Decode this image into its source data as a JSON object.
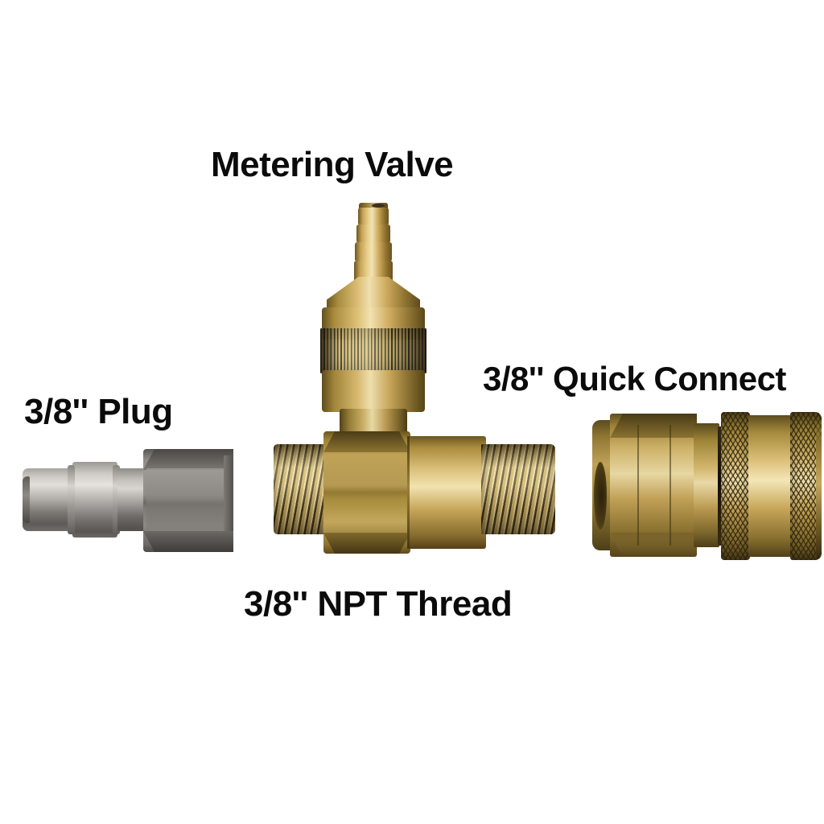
{
  "image": {
    "kind": "product-diagram",
    "background_color": "#ffffff",
    "subject": "pressure washer brass chemical injector fitting kit"
  },
  "labels": {
    "metering_valve": "Metering Valve",
    "plug": "3/8'' Plug",
    "quick_connect": "3/8'' Quick Connect",
    "npt_thread": "3/8'' NPT Thread"
  },
  "parts": [
    {
      "id": "plug",
      "label": "3/8'' Plug",
      "material": "stainless steel",
      "color": "#6e6a67",
      "features": [
        "grooved nipple nose",
        "retaining rings",
        "hex nut body"
      ]
    },
    {
      "id": "metering-valve",
      "label": "Metering Valve",
      "material": "brass",
      "color": "#b2945f",
      "features": [
        "barbed hose stem",
        "knurled adjustment collar",
        "hex lock nut",
        "inline body"
      ]
    },
    {
      "id": "npt-body",
      "label": "3/8'' NPT Thread",
      "material": "brass",
      "color": "#b2945f",
      "features": [
        "male NPT thread left",
        "hex wrench flats",
        "cylindrical barrel",
        "male NPT thread right"
      ]
    },
    {
      "id": "quick-connect",
      "label": "3/8'' Quick Connect",
      "material": "brass",
      "color": "#b2945f",
      "features": [
        "female hex socket end",
        "knurled release sleeve",
        "diamond knurl bands"
      ]
    }
  ],
  "colors": {
    "text": "#0b0b0b",
    "brass_light": "#f1e2ae",
    "brass_mid": "#b2945f",
    "brass_dark": "#5b4a1e",
    "brass_knurl": "#8a7830",
    "steel_light": "#e2dfdb",
    "steel_mid": "#6e6a67",
    "steel_dark": "#4a4744"
  }
}
